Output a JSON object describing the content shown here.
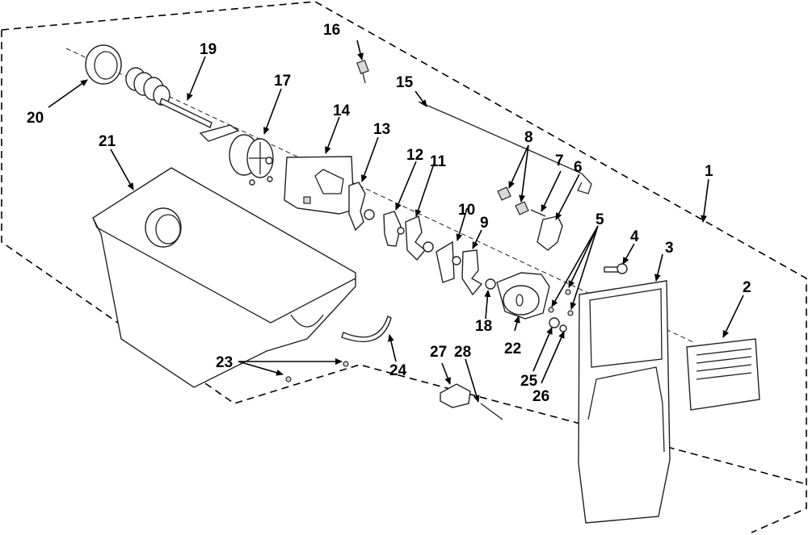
{
  "diagram": {
    "title": "Ice Maker / Ice Dispenser Assembly — Exploded Parts View",
    "type": "exploded-parts-diagram",
    "callouts": [
      {
        "id": "1",
        "part": "assembly-boundary"
      },
      {
        "id": "2",
        "part": "front-grille-cover"
      },
      {
        "id": "3",
        "part": "front-housing"
      },
      {
        "id": "4",
        "part": "screw"
      },
      {
        "id": "5",
        "part": "screws"
      },
      {
        "id": "6",
        "part": "cam-lever"
      },
      {
        "id": "7",
        "part": "pin"
      },
      {
        "id": "8",
        "part": "springs"
      },
      {
        "id": "9",
        "part": "cam"
      },
      {
        "id": "10",
        "part": "lever-plate"
      },
      {
        "id": "11",
        "part": "cam"
      },
      {
        "id": "12",
        "part": "cam-plate"
      },
      {
        "id": "13",
        "part": "cam"
      },
      {
        "id": "14",
        "part": "mounting-bracket"
      },
      {
        "id": "15",
        "part": "rod"
      },
      {
        "id": "16",
        "part": "spring"
      },
      {
        "id": "17",
        "part": "motor-coupling"
      },
      {
        "id": "18",
        "part": "washer"
      },
      {
        "id": "19",
        "part": "auger"
      },
      {
        "id": "20",
        "part": "bushing"
      },
      {
        "id": "21",
        "part": "ice-bucket"
      },
      {
        "id": "22",
        "part": "motor"
      },
      {
        "id": "23",
        "part": "screws"
      },
      {
        "id": "24",
        "part": "crusher-shroud"
      },
      {
        "id": "25",
        "part": "washer"
      },
      {
        "id": "26",
        "part": "clip"
      },
      {
        "id": "27",
        "part": "hinge-block"
      },
      {
        "id": "28",
        "part": "hinge-pin"
      }
    ]
  }
}
